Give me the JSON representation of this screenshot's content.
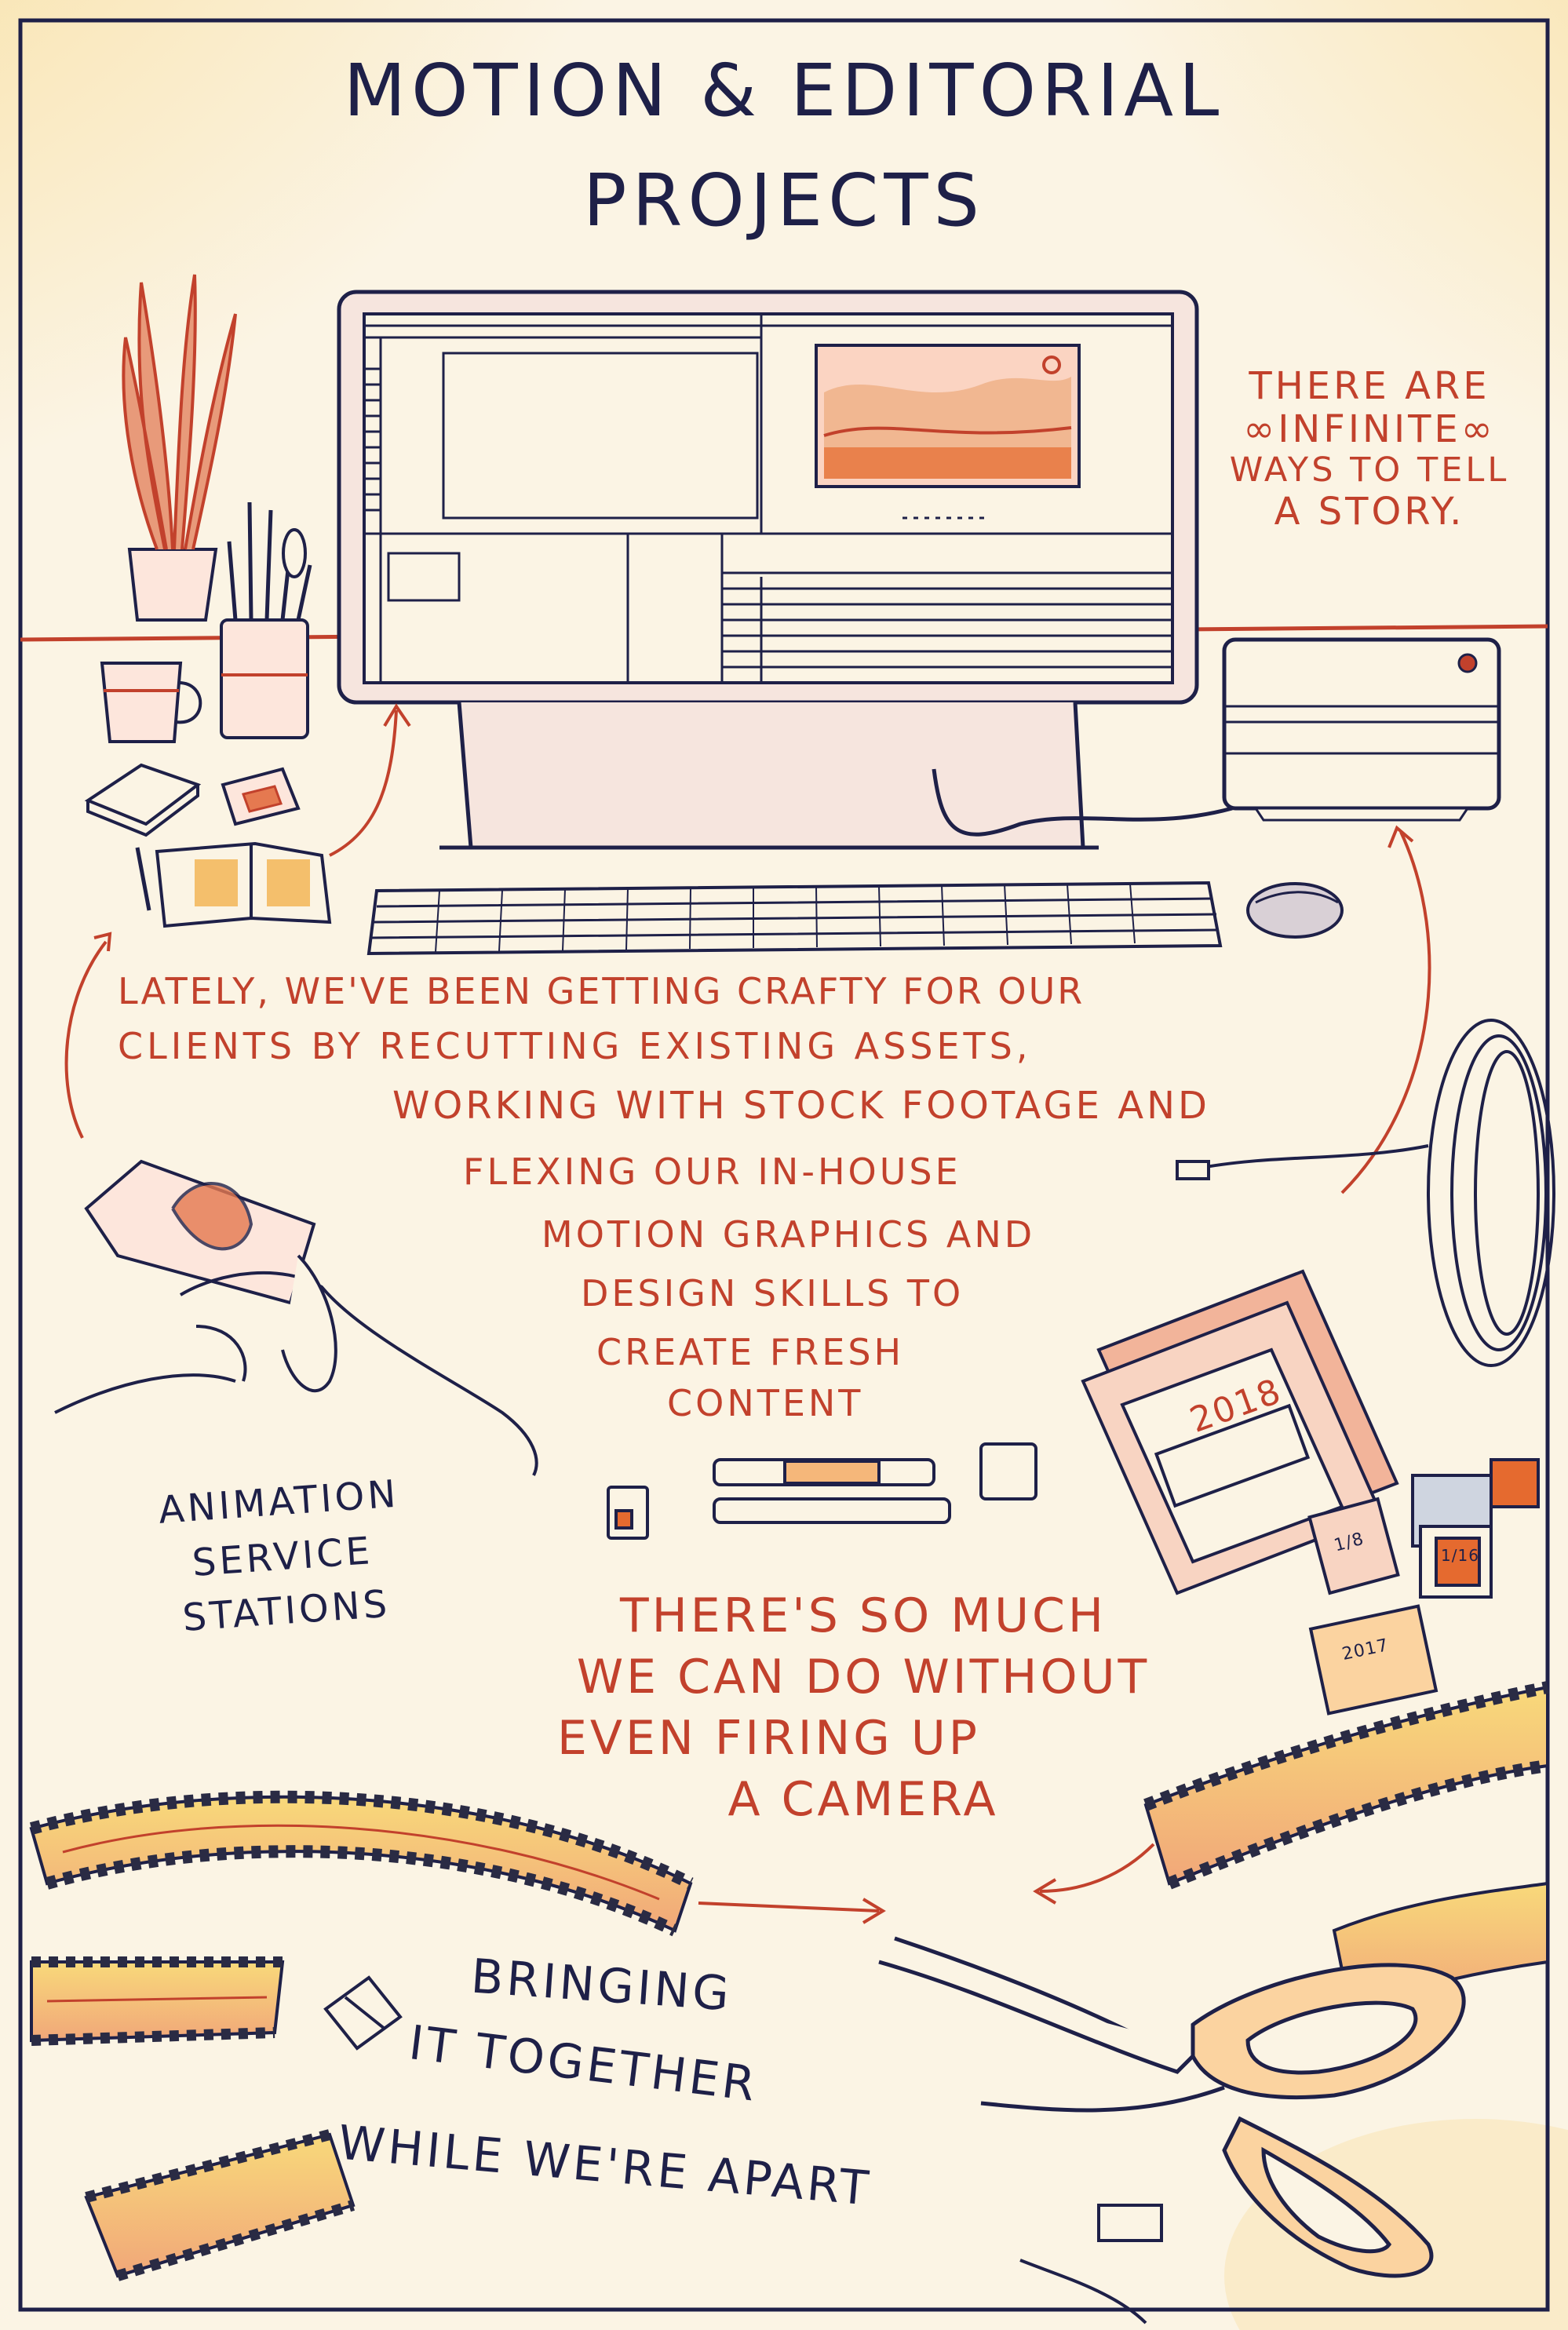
{
  "title": {
    "line1": "Motion & Editorial",
    "line2": "Projects"
  },
  "infinite_note": {
    "line1": "There are",
    "line2": "∞Infinite∞",
    "line3": "ways to tell",
    "line4": "a story."
  },
  "lately_paragraph": {
    "line1": "Lately, we've been getting crafty for our",
    "line2": "clients by recutting existing assets,",
    "line3": "working with stock footage and",
    "line4": "flexing our in-house",
    "line5": "motion graphics and",
    "line6": "design skills to",
    "line7": "create fresh",
    "line8": "content"
  },
  "animation_label": {
    "line1": "Animation",
    "line2": "Service",
    "line3": "Stations"
  },
  "so_much_note": {
    "line1": "There's so much",
    "line2": "we can do without",
    "line3": "even firing up",
    "line4": "a camera"
  },
  "bringing_note": {
    "line1": "Bringing",
    "line2": "it together",
    "line3": "while we're apart"
  },
  "film_can_labels": {
    "main": "2018",
    "small": "2017",
    "slide_a": "1/16",
    "slide_b": "1/8"
  },
  "colors": {
    "navy_ink": "#1e2048",
    "red_ink": "#c2412c",
    "paper": "#fbf4e4",
    "wash_yellow": "#f6cf6a",
    "wash_pink": "#f3c7b4"
  }
}
